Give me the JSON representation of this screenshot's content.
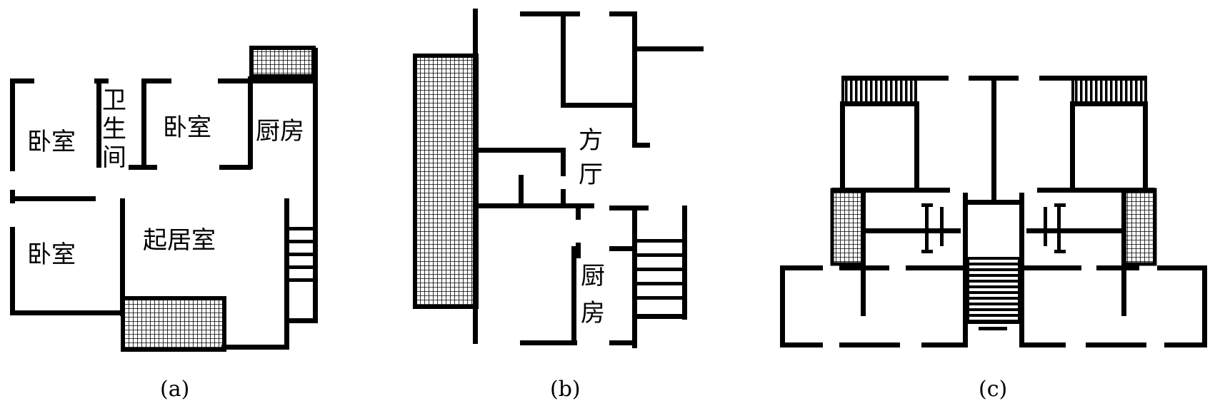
{
  "plans": {
    "a": {
      "caption": "(a)",
      "rooms": {
        "bedroom_1": "卧室",
        "bathroom": [
          "卫",
          "生",
          "间"
        ],
        "bedroom_2": "卧室",
        "kitchen": "厨房",
        "bedroom_3": "卧室",
        "living_room": "起居室"
      }
    },
    "b": {
      "caption": "(b)",
      "rooms": {
        "hall": [
          "方",
          "厅"
        ],
        "kitchen": [
          "厨",
          "房"
        ]
      }
    },
    "c": {
      "caption": "(c)"
    }
  }
}
